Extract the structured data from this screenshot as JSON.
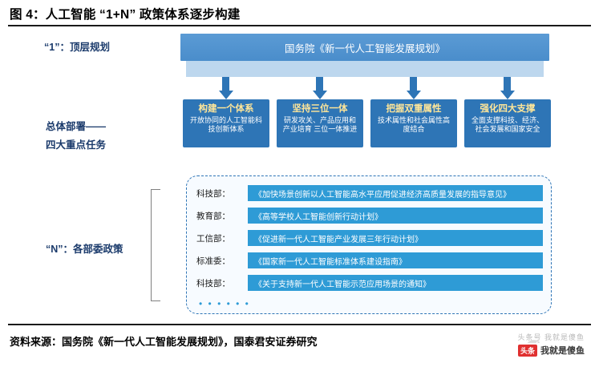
{
  "figure": {
    "title": "图 4：人工智能 “1+N” 政策体系逐步构建"
  },
  "left_labels": {
    "top": "“1”：顶层规划",
    "mid_line1": "总体部署——",
    "mid_line2": "四大重点任务",
    "bottom": "“N”：各部委政策"
  },
  "top_box": {
    "label": "国务院《新一代人工智能发展规划》"
  },
  "tasks": [
    {
      "head": "构建一个体系",
      "body": "开放协同的人工智能科技创新体系"
    },
    {
      "head": "坚持三位一体",
      "body": "研发攻关、产品应用和产业培育 三位一体推进"
    },
    {
      "head": "把握双重属性",
      "body": "技术属性和社会属性高度结合"
    },
    {
      "head": "强化四大支撑",
      "body": "全面支撑科技、经济、社会发展和国家安全"
    }
  ],
  "policies": [
    {
      "agency": "科技部：",
      "document": "《加快场景创新以人工智能高水平应用促进经济高质量发展的指导意见》"
    },
    {
      "agency": "教育部：",
      "document": "《高等学校人工智能创新行动计划》"
    },
    {
      "agency": "工信部：",
      "document": "《促进新一代人工智能产业发展三年行动计划》"
    },
    {
      "agency": "标准委：",
      "document": "《国家新一代人工智能标准体系建设指南》"
    },
    {
      "agency": "科技部：",
      "document": "《关于支持新一代人工智能示范应用场景的通知》"
    }
  ],
  "ellipsis": "• • • • • •",
  "footer": {
    "source": "资料来源：国务院《新一代人工智能发展规划》，国泰君安证券研究"
  },
  "watermark": {
    "top_text": "头条号 我就是傻鱼",
    "badge_tag": "头条",
    "badge_name": "我就是傻鱼"
  }
}
